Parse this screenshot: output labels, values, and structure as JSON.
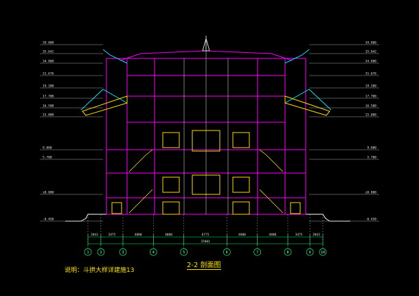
{
  "drawing": {
    "section_title": "2-2 剖面图",
    "note": "说明：斗拱大样详建施13",
    "colors": {
      "background": "#000000",
      "wall": "#ff00ff",
      "window": "#ffdd00",
      "dimension": "#00ff66",
      "grid": "#d0d0d0",
      "roof": "#00e5ff",
      "ground": "#ffffff"
    },
    "elevations_left": [
      "39.800",
      "35.642",
      "34.800",
      "31.676",
      "19.200",
      "17.700",
      "16.500",
      "15.000",
      "9.800",
      "5.700",
      "±0.000",
      "-0.450"
    ],
    "elevations_right": [
      "39.800",
      "35.642",
      "34.800",
      "31.676",
      "19.200",
      "17.700",
      "16.500",
      "15.000",
      "9.800",
      "5.700",
      "±0.000",
      "-0.450"
    ],
    "spans": [
      "2043",
      "3475",
      "4800",
      "4800",
      "6775",
      "4800",
      "4800",
      "3475",
      "2043"
    ],
    "total_span": "37001",
    "axis_labels": [
      "1",
      "2",
      "3",
      "4",
      "5",
      "6",
      "7",
      "8",
      "9",
      "10"
    ]
  }
}
